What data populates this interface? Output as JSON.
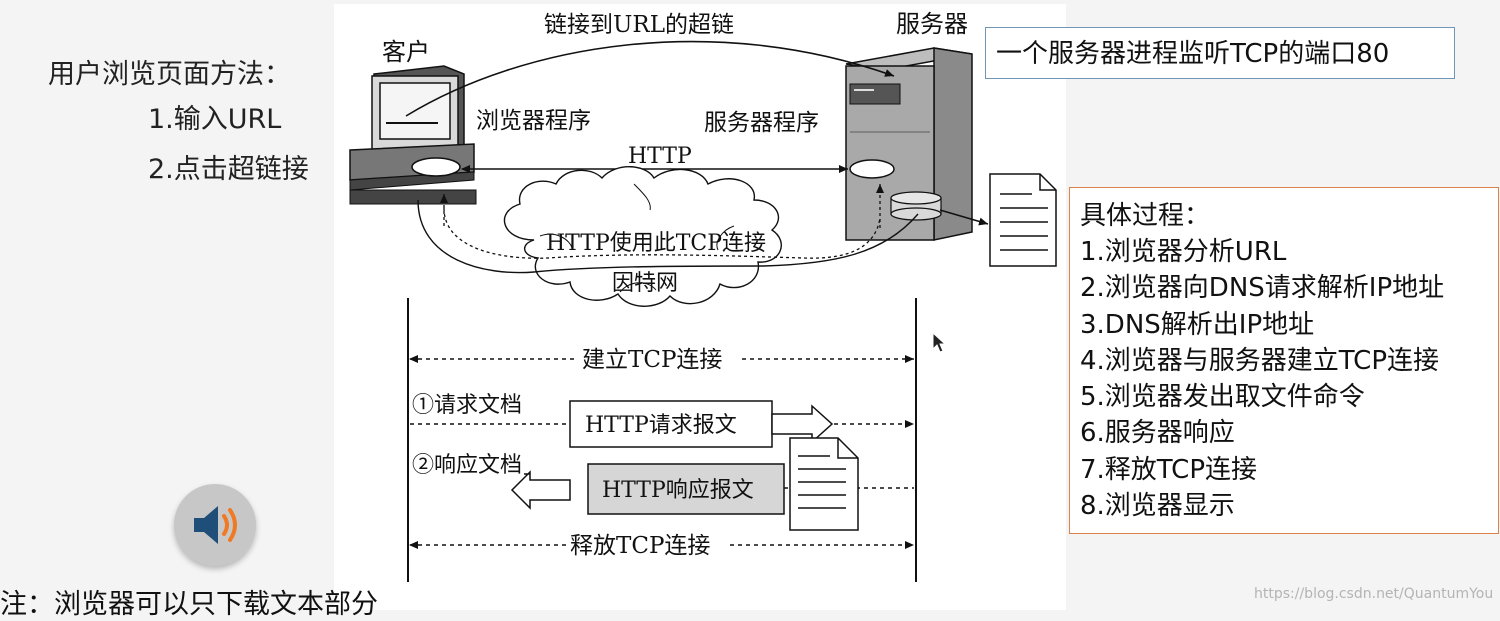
{
  "left_notes": {
    "heading": "用户浏览页面方法：",
    "methods": [
      "1.输入URL",
      "2.点击超链接"
    ]
  },
  "diagram": {
    "client_label": "客户",
    "server_label": "服务器",
    "hyperlink_label": "链接到URL的超链",
    "browser_program": "浏览器程序",
    "server_program": "服务器程序",
    "http_label": "HTTP",
    "tcp_conn_label": "HTTP使用此TCP连接",
    "internet_label": "因特网",
    "establish_tcp": "建立TCP连接",
    "request_doc": "①请求文档",
    "request_msg": "HTTP请求报文",
    "response_doc": "②响应文档",
    "response_msg": "HTTP响应报文",
    "release_tcp": "释放TCP连接"
  },
  "server_note": "一个服务器进程监听TCP的端口80",
  "process": {
    "title": "具体过程：",
    "steps": [
      "1.浏览器分析URL",
      "2.浏览器向DNS请求解析IP地址",
      "3.DNS解析出IP地址",
      "4.浏览器与服务器建立TCP连接",
      "5.浏览器发出取文件命令",
      "6.服务器响应",
      "7.释放TCP连接",
      "8.浏览器显示"
    ]
  },
  "footnote": "注：浏览器可以只下载文本部分",
  "watermark": "https://blog.csdn.net/QuantumYou",
  "colors": {
    "server_note_border": "#6f96b6",
    "process_border": "#d9824a",
    "speaker_orange": "#f07a24",
    "speaker_blue": "#1f4e79"
  }
}
